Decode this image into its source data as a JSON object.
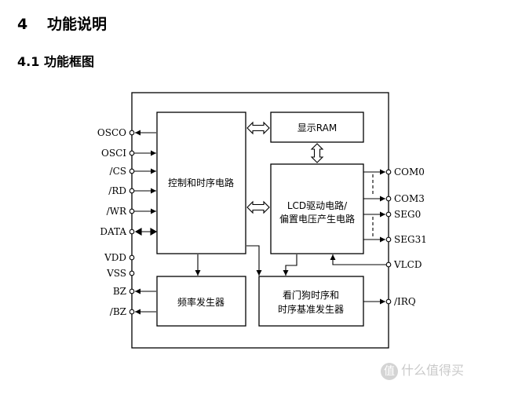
{
  "headings": {
    "section_num": "4",
    "section_title": "功能说明",
    "subsection_num": "4.1",
    "subsection_title": "功能框图"
  },
  "blocks": {
    "control": "控制和时序电路",
    "display_ram": "显示RAM",
    "lcd_driver_line1": "LCD驱动电路/",
    "lcd_driver_line2": "偏置电压产生电路",
    "freq_gen": "频率发生器",
    "watchdog_line1": "看门狗时序和",
    "watchdog_line2": "时序基准发生器"
  },
  "pins_left": [
    "OSCO",
    "OSCI",
    "/CS",
    "/RD",
    "/WR",
    "DATA",
    "VDD",
    "VSS",
    "BZ",
    "/BZ"
  ],
  "pins_right": [
    "COM0",
    "COM3",
    "SEG0",
    "SEG31",
    "VLCD",
    "/IRQ"
  ],
  "watermark": {
    "logo": "值",
    "text": "什么值得买"
  }
}
